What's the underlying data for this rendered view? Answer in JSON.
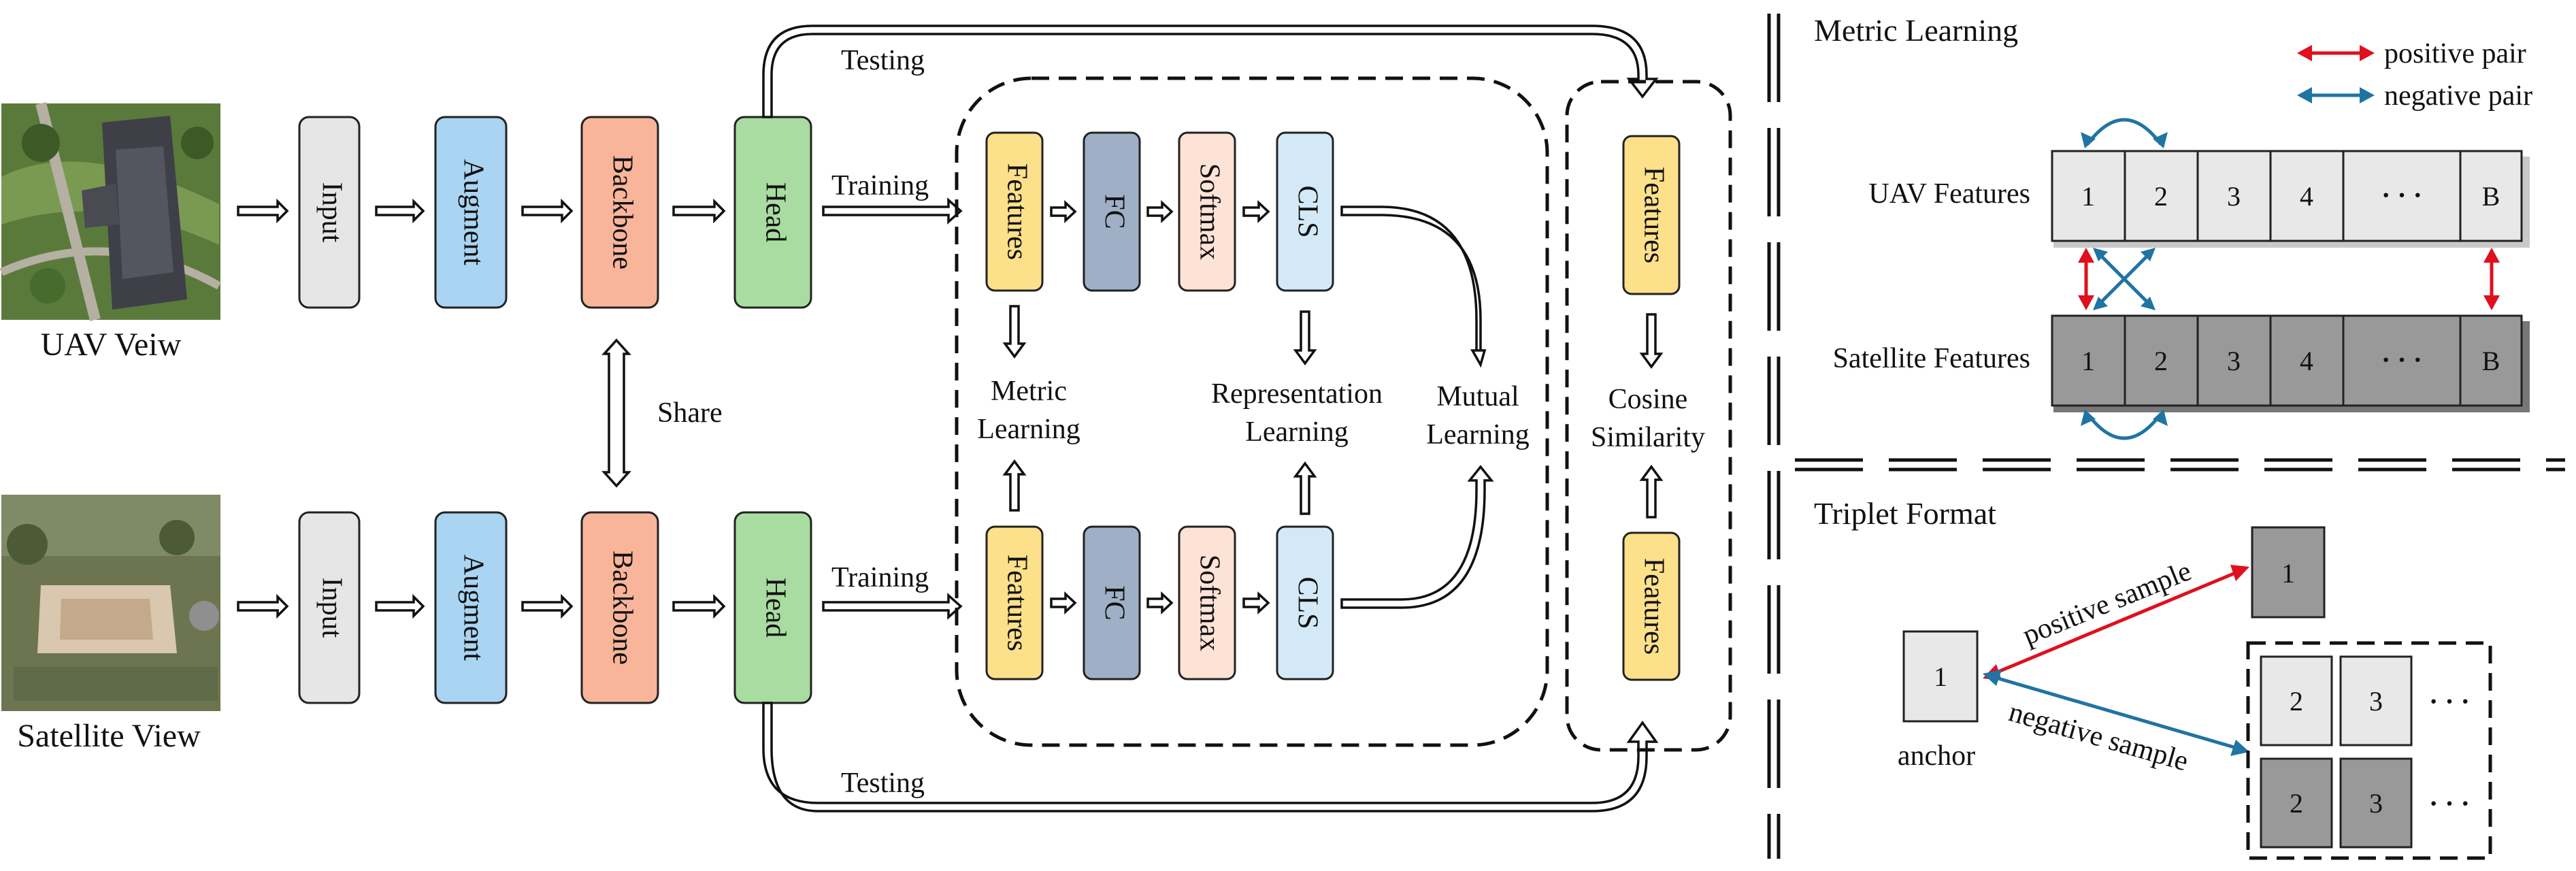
{
  "colors": {
    "input": "#e6e6e6",
    "augment": "#a9d4f2",
    "backbone": "#f8b59a",
    "head": "#a8dca0",
    "features": "#fde08a",
    "fc": "#9fb0c6",
    "softmax": "#fde2d6",
    "cls": "#d4e9f8",
    "positive": "#e0101e",
    "negative": "#1f74a3",
    "uav_cell": "#e8e8e8",
    "sat_cell": "#999999"
  },
  "views": {
    "uav": "UAV Veiw",
    "satellite": "Satellite View"
  },
  "pipeline": {
    "input": "Input",
    "augment": "Augment",
    "backbone": "Backbone",
    "head": "Head",
    "share": "Share",
    "training": "Training",
    "testing": "Testing"
  },
  "branch": {
    "features": "Features",
    "fc": "FC",
    "softmax": "Softmax",
    "cls": "CLS",
    "metric_learning": [
      "Metric",
      "Learning"
    ],
    "representation_learning": [
      "Representation",
      "Learning"
    ],
    "mutual_learning": [
      "Mutual",
      "Learning"
    ]
  },
  "testing_branch": {
    "features": "Features",
    "cosine_similarity": [
      "Cosine",
      "Similarity"
    ]
  },
  "metric_panel": {
    "title": "Metric Learning",
    "legend": {
      "positive": "positive pair",
      "negative": "negative pair"
    },
    "uav_label": "UAV Features",
    "satellite_label": "Satellite Features",
    "cells": [
      "1",
      "2",
      "3",
      "4",
      "· · ·",
      "B"
    ]
  },
  "triplet_panel": {
    "title": "Triplet Format",
    "anchor_value": "1",
    "anchor_label": "anchor",
    "positive_value": "1",
    "positive_label": "positive sample",
    "negative_label": "negative sample",
    "negatives_row1": [
      "2",
      "3"
    ],
    "negatives_row2": [
      "2",
      "3"
    ],
    "ellipsis": "· · ·"
  }
}
